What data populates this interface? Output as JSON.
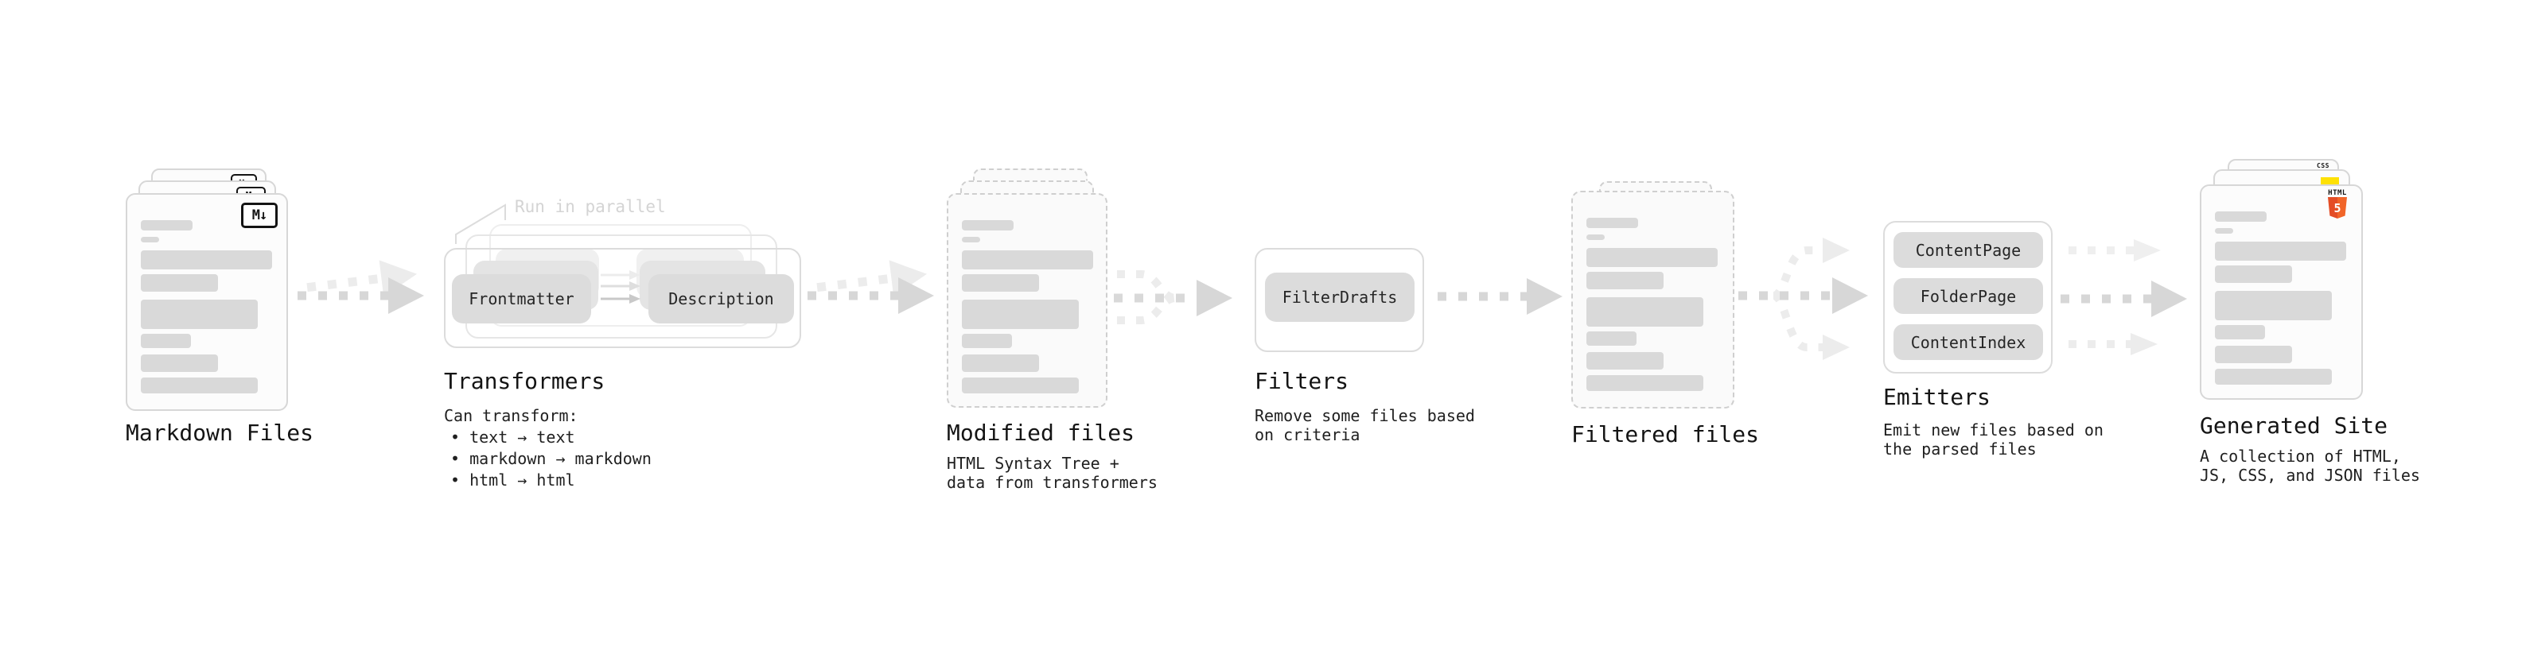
{
  "diagram": {
    "stages": {
      "markdown_files": {
        "label": "Markdown Files"
      },
      "transformers": {
        "label": "Transformers",
        "annotation": "Run in parallel",
        "nodes": [
          "Frontmatter",
          "Description"
        ],
        "desc": [
          "Can transform:",
          "• text → text",
          "• markdown → markdown",
          "• html → html"
        ]
      },
      "modified_files": {
        "label": "Modified files",
        "desc": [
          "HTML Syntax Tree +",
          "data from transformers"
        ]
      },
      "filters": {
        "label": "Filters",
        "nodes": [
          "FilterDrafts"
        ],
        "desc": [
          "Remove some files based",
          "on criteria"
        ]
      },
      "filtered_files": {
        "label": "Filtered files"
      },
      "emitters": {
        "label": "Emitters",
        "nodes": [
          "ContentPage",
          "FolderPage",
          "ContentIndex"
        ],
        "desc": [
          "Emit new files based on",
          "the parsed files"
        ]
      },
      "generated_site": {
        "label": "Generated Site",
        "desc": [
          "A collection of HTML,",
          "JS, CSS, and JSON files"
        ]
      }
    },
    "badges": {
      "markdown": "M↓",
      "html5": {
        "label": "HTML",
        "number": "5"
      },
      "css": "CSS"
    },
    "colors": {
      "background": "#ffffff",
      "text": "#141414",
      "node_fill": "#dcdcdc",
      "card_border": "#d7d7d7",
      "placeholder": "#d9d9d9",
      "arrow": "#d7d7d7",
      "arrow_light": "#ececec",
      "annotation": "#d4d4d4",
      "html5_orange": "#e44d26",
      "js_yellow": "#fee104",
      "css_blue": "#2e6de5"
    }
  }
}
